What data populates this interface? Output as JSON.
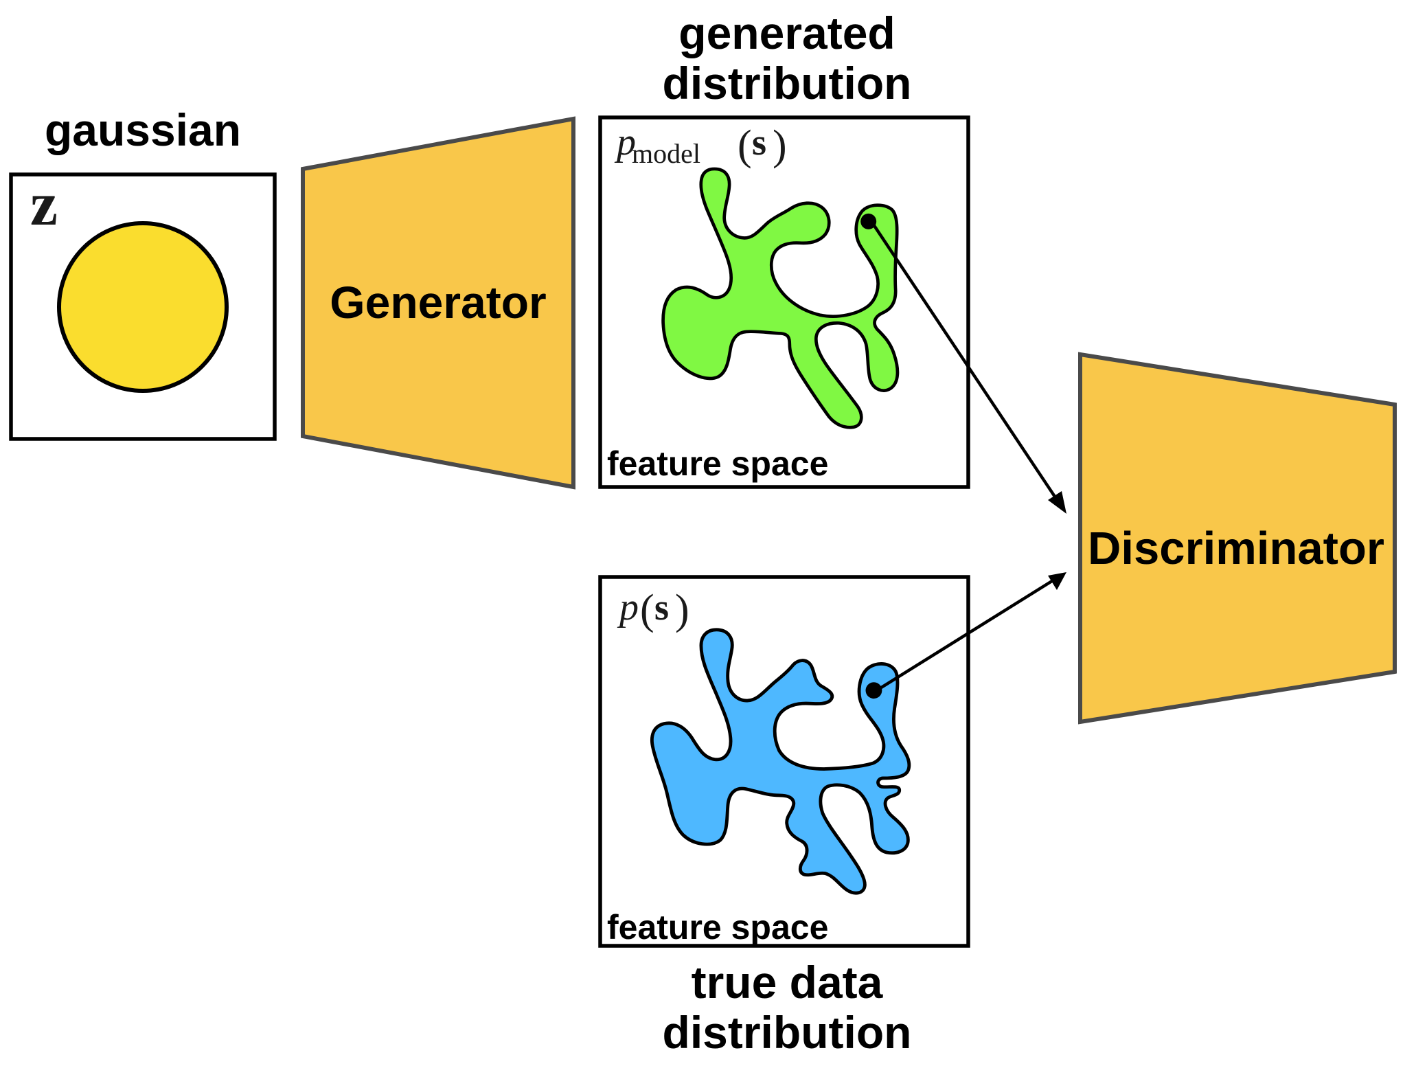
{
  "diagram": {
    "type": "GAN architecture",
    "colors": {
      "network_fill": "#F9C74A",
      "network_stroke": "#4A4A4A",
      "gaussian_fill": "#FADD2E",
      "generated_fill": "#80F843",
      "true_fill": "#4EB8FF",
      "frame_stroke": "#000000"
    },
    "gaussian": {
      "title": "gaussian",
      "variable": "z"
    },
    "generator": {
      "label": "Generator"
    },
    "generated": {
      "title_line1": "generated",
      "title_line2": "distribution",
      "math_symbol": "p",
      "math_subscript": "model",
      "math_open": "(",
      "math_var": "s",
      "math_close": ")",
      "space_label": "feature space"
    },
    "true_data": {
      "title_line1": "true data",
      "title_line2": "distribution",
      "math_symbol": "p",
      "math_open": "(",
      "math_var": "s",
      "math_close": ")",
      "space_label": "feature space"
    },
    "discriminator": {
      "label": "Discriminator"
    },
    "edges": [
      {
        "from": "generated-sample",
        "to": "discriminator"
      },
      {
        "from": "true-sample",
        "to": "discriminator"
      }
    ]
  }
}
